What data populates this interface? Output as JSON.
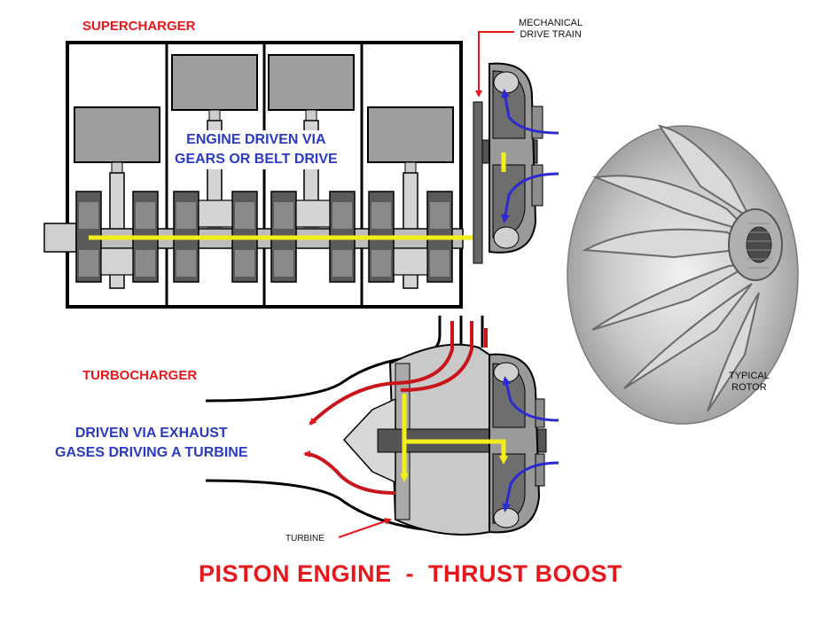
{
  "labels": {
    "supercharger": "SUPERCHARGER",
    "turbocharger": "TURBOCHARGER",
    "engine_driven_line1": "ENGINE DRIVEN VIA",
    "engine_driven_line2": "GEARS OR BELT DRIVE",
    "exhaust_line1": "DRIVEN VIA EXHAUST",
    "exhaust_line2": "GASES DRIVING A TURBINE",
    "mechanical_line1": "MECHANICAL",
    "mechanical_line2": "DRIVE TRAIN",
    "typical_line1": "TYPICAL",
    "typical_line2": "ROTOR",
    "turbine": "TURBINE",
    "title": "PISTON ENGINE  -  THRUST BOOST"
  },
  "colors": {
    "label_red": "#e8171b",
    "label_blue": "#2b3bbf",
    "drive_line_yellow": "#f2ee1c",
    "air_flow_blue": "#2a2ad0",
    "exhaust_flow_red": "#c8141a",
    "part_gray": "#a9a9a9",
    "part_dark": "#4a4a4a"
  },
  "icons": {
    "pointer_arrow": "red-arrow-icon",
    "flow_arrow": "flow-arrow-icon"
  }
}
